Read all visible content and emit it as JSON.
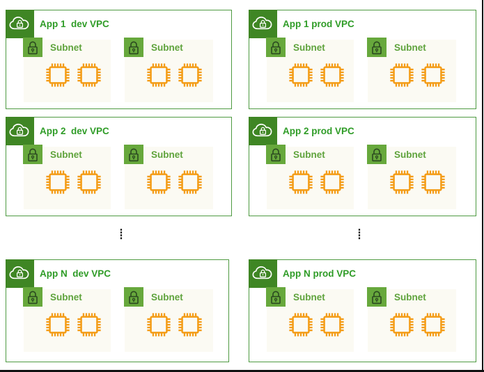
{
  "colors": {
    "vpc_border": "#4E9A41",
    "vpc_icon_bg": "#3F8624",
    "vpc_title_text": "#2F9C27",
    "subnet_background": "#FBFAF3",
    "subnet_icon_bg": "#67A83C",
    "subnet_label_text": "#5FA33C",
    "instance_chip": "#F49C17",
    "image_edge": "#101010"
  },
  "icons": {
    "vpc": "cloud-lock-icon",
    "subnet": "padlock-icon",
    "instance": "microchip-icon"
  },
  "diagram": {
    "ellipsis_glyph": "⁞",
    "vpcs": [
      {
        "title": "App 1  dev VPC",
        "subnets": [
          {
            "label": "Subnet"
          },
          {
            "label": "Subnet"
          }
        ]
      },
      {
        "title": "App 1 prod VPC",
        "subnets": [
          {
            "label": "Subnet"
          },
          {
            "label": "Subnet"
          }
        ]
      },
      {
        "title": "App 2  dev VPC",
        "subnets": [
          {
            "label": "Subnet"
          },
          {
            "label": "Subnet"
          }
        ]
      },
      {
        "title": "App 2 prod VPC",
        "subnets": [
          {
            "label": "Subnet"
          },
          {
            "label": "Subnet"
          }
        ]
      },
      {
        "title": "App N  dev VPC",
        "subnets": [
          {
            "label": "Subnet"
          },
          {
            "label": "Subnet"
          }
        ]
      },
      {
        "title": "App N prod VPC",
        "subnets": [
          {
            "label": "Subnet"
          },
          {
            "label": "Subnet"
          }
        ]
      }
    ]
  }
}
